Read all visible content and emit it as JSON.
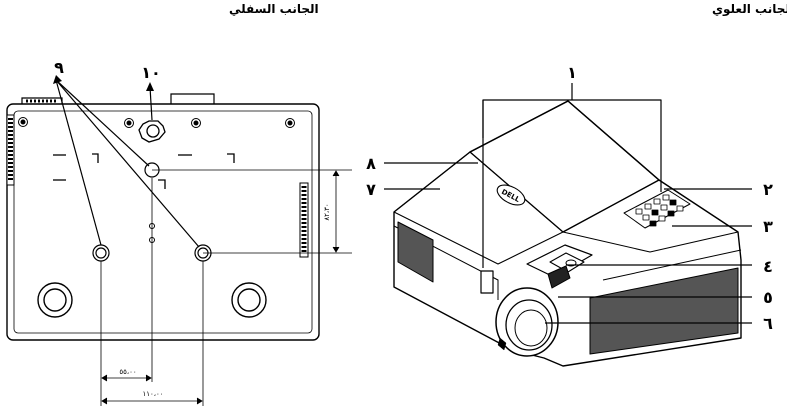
{
  "headers": {
    "bottom_view": "الجانب السفلي",
    "top_view": "الجانب العلوي"
  },
  "callouts": {
    "n1": "١",
    "n2": "٢",
    "n3": "٣",
    "n4": "٤",
    "n5": "٥",
    "n6": "٦",
    "n7": "٧",
    "n8": "٨",
    "n9": "٩",
    "n10": "١٠"
  },
  "dimensions": {
    "vertical": "٨٢،٣٠",
    "horizontal_short": "٥٥،٠٠",
    "horizontal_long": "١١٠،٠٠"
  },
  "logo_text": "DELL"
}
